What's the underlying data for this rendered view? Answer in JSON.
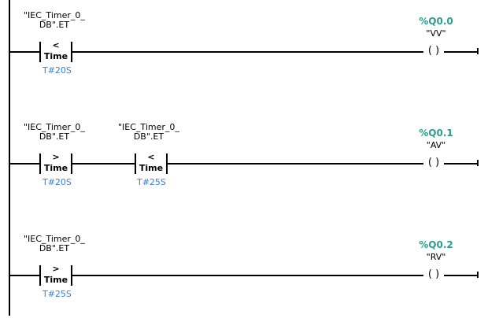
{
  "networks": [
    {
      "contacts": [
        {
          "operand_line1": "\"IEC_Timer_0_",
          "operand_line2": "DB\".ET",
          "operator": "<",
          "type": "Time",
          "preset": "T#20S"
        }
      ],
      "coil": {
        "address": "%Q0.0",
        "tag": "\"VV\"",
        "symbol": "(  )"
      }
    },
    {
      "contacts": [
        {
          "operand_line1": "\"IEC_Timer_0_",
          "operand_line2": "DB\".ET",
          "operator": ">",
          "type": "Time",
          "preset": "T#20S"
        },
        {
          "operand_line1": "\"IEC_Timer_0_",
          "operand_line2": "DB\".ET",
          "operator": "<",
          "type": "Time",
          "preset": "T#25S"
        }
      ],
      "coil": {
        "address": "%Q0.1",
        "tag": "\"AV\"",
        "symbol": "(  )"
      }
    },
    {
      "contacts": [
        {
          "operand_line1": "\"IEC_Timer_0_",
          "operand_line2": "DB\".ET",
          "operator": ">",
          "type": "Time",
          "preset": "T#25S"
        }
      ],
      "coil": {
        "address": "%Q0.2",
        "tag": "\"RV\"",
        "symbol": "(  )"
      }
    }
  ]
}
